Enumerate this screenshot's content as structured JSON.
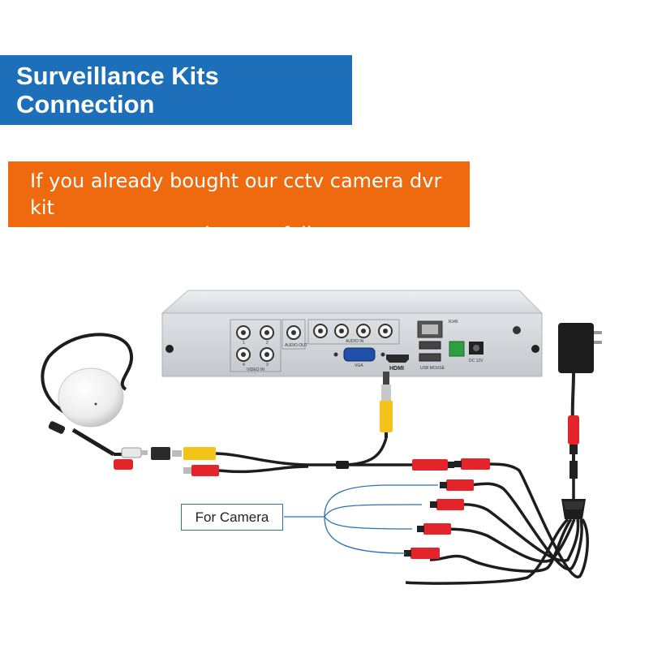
{
  "header": {
    "title_line1": "Surveillance Kits",
    "title_line2": "Connection",
    "color": "#1c6fb8"
  },
  "note": {
    "line1": "If you already bought our cctv camera dvr kit",
    "line2": "you can connect them as follows",
    "color": "#ef6a0f"
  },
  "dvr": {
    "video_in_label": "VIDEO IN",
    "audio_out_label": "AUDIO OUT",
    "audio_in_label": "AUDIO IN",
    "vga_label": "VGA",
    "hdmi_label": "HDMI",
    "usb_label": "USB MOUSE",
    "rj45_label": "RJ45",
    "dc_label": "DC 12V",
    "port_numbers": [
      "1",
      "2",
      "4",
      "3"
    ]
  },
  "camera_label": "For Camera",
  "colors": {
    "plug_red": "#e3242b",
    "cable": "#222222",
    "plug_yellow": "#f2c318",
    "leader_blue": "#2a6fb4"
  }
}
